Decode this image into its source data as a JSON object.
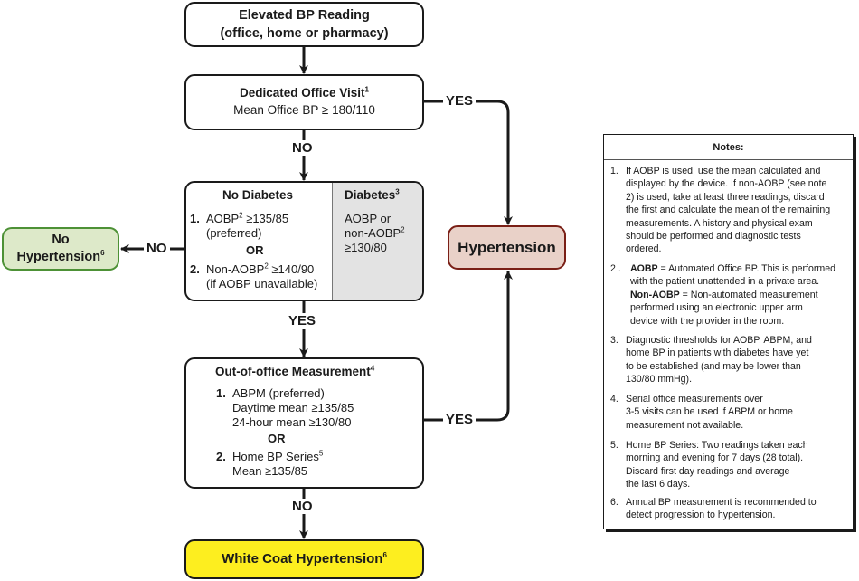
{
  "flow": {
    "elevated": {
      "line1": "Elevated BP Reading",
      "line2": "(office, home or pharmacy)"
    },
    "dedicated": {
      "title": "Dedicated Office Visit",
      "title_sup": "1",
      "criterion": "Mean Office BP  ≥ 180/110"
    },
    "no_diabetes": {
      "title": "No Diabetes",
      "item1_num": "1.",
      "item1_text": "AOBP",
      "item1_sup": "2",
      "item1_value": " ≥135/85",
      "item1_note": "(preferred)",
      "or": "OR",
      "item2_num": "2.",
      "item2_text": "Non-AOBP",
      "item2_sup": "2",
      "item2_value": " ≥140/90",
      "item2_note": "(if AOBP unavailable)"
    },
    "diabetes": {
      "title": "Diabetes",
      "title_sup": "3",
      "line1": "AOBP or",
      "line2": "non-AOBP",
      "line2_sup": "2",
      "line3": "≥130/80"
    },
    "out_of_office": {
      "title": "Out-of-office Measurement",
      "title_sup": "4",
      "item1_num": "1.",
      "item1_title": "ABPM (preferred)",
      "item1_line2": "Daytime mean ≥135/85",
      "item1_line3": "24-hour mean ≥130/80",
      "or": "OR",
      "item2_num": "2.",
      "item2_title": "Home BP Series",
      "item2_sup": "5",
      "item2_line2": "Mean ≥135/85"
    },
    "white_coat": {
      "label": "White Coat Hypertension",
      "sup": "6"
    },
    "no_hypertension": {
      "line1": "No",
      "line2": "Hypertension",
      "sup": "6"
    },
    "hypertension": {
      "label": "Hypertension"
    },
    "labels": {
      "no1": "NO",
      "yes_top": "YES",
      "no_left": "NO",
      "yes_mid": "YES",
      "yes_right": "YES",
      "no_bottom": "NO"
    }
  },
  "notes": {
    "title": "Notes:",
    "n1": {
      "num": "1.",
      "lines": [
        "If AOBP is used, use the mean calculated and",
        "displayed by the device. If non-AOBP (see note",
        "2) is used, take at least three readings, discard",
        "the first and calculate the mean of the remaining",
        "measurements. A history and physical exam",
        "should be performed and diagnostic tests",
        "ordered."
      ]
    },
    "n2": {
      "num": "2 .",
      "bold1": "AOBP",
      "l1": " = Automated Office BP. This is performed",
      "l2": "with the patient unattended in a private area.",
      "bold2": "Non-AOBP",
      "l3": " = Non-automated measurement",
      "l4": "performed using an electronic upper arm",
      "l5": "device with the provider in the room."
    },
    "n3": {
      "num": "3.",
      "lines": [
        "Diagnostic thresholds for AOBP, ABPM, and",
        "home BP in patients with diabetes have yet",
        "to be established (and may be lower than",
        "130/80 mmHg)."
      ]
    },
    "n4": {
      "num": "4.",
      "lines": [
        "Serial office measurements over",
        "3-5 visits can be used if ABPM or home",
        "measurement not available."
      ]
    },
    "n5": {
      "num": "5.",
      "lines": [
        "Home BP Series: Two readings taken each",
        "morning and evening for 7 days (28 total).",
        "Discard first day readings  and average",
        "the last 6 days."
      ]
    },
    "n6": {
      "num": "6.",
      "lines": [
        "Annual BP measurement is recommended to",
        "detect progression to hypertension."
      ]
    }
  },
  "colors": {
    "no_hypertension_fill": "#dde9c9",
    "no_hypertension_border": "#4d9136",
    "hypertension_fill": "#e9d1c8",
    "hypertension_border": "#7a1f16",
    "white_coat_fill": "#fdee1f",
    "diabetes_panel_fill": "#e3e3e3"
  }
}
